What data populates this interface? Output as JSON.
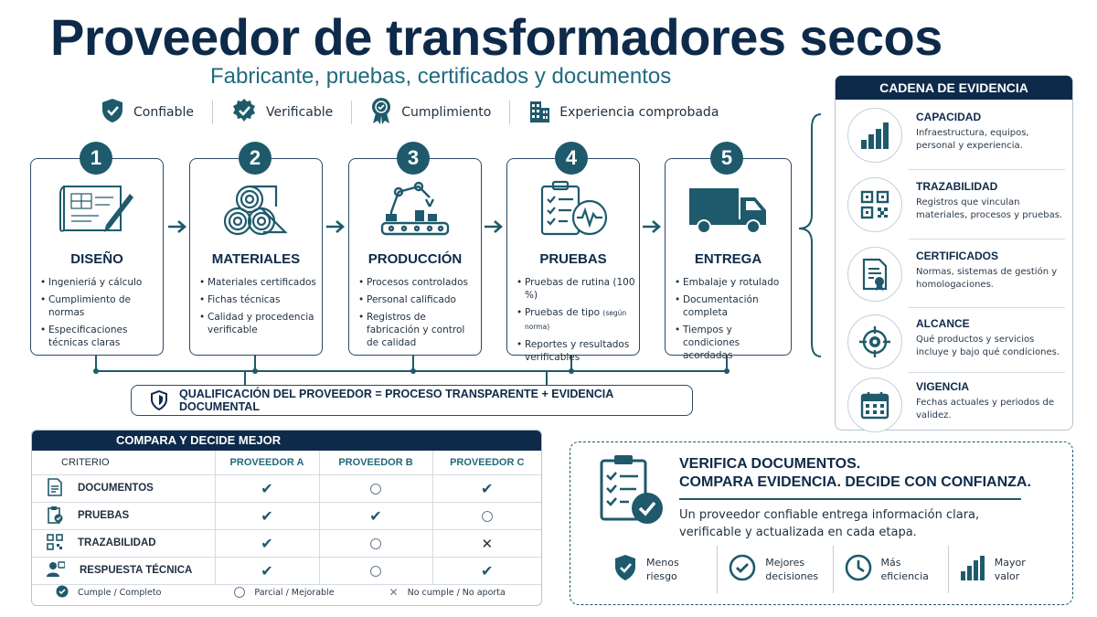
{
  "title": "Proveedor de transformadores secos",
  "subtitle": "Fabricante, pruebas, certificados y documentos",
  "badges": [
    {
      "icon": "shield-check-icon",
      "label": "Confiable"
    },
    {
      "icon": "check-seal-icon",
      "label": "Verificable"
    },
    {
      "icon": "award-ribbon-icon",
      "label": "Cumplimiento"
    },
    {
      "icon": "building-icon",
      "label": "Experiencia comprobada"
    }
  ],
  "steps": [
    {
      "number": "1",
      "title": "DISEÑO",
      "icon": "blueprint-icon",
      "items": [
        "Ingenieriá y cálculo",
        "Cumplimiento de normas",
        "Especificaciones técnicas claras"
      ]
    },
    {
      "number": "2",
      "title": "MATERIALES",
      "icon": "material-rolls-icon",
      "items": [
        "Materiales certificados",
        "Fichas técnicas",
        "Calidad y procedencia verificable"
      ]
    },
    {
      "number": "3",
      "title": "PRODUCCIÓN",
      "icon": "robot-arm-icon",
      "items": [
        "Procesos controlados",
        "Personal calificado",
        "Registros de fabricación y control de calidad"
      ]
    },
    {
      "number": "4",
      "title": "PRUEBAS",
      "icon": "checklist-gauge-icon",
      "items": [
        "Pruebas de rutina (100 %)",
        "Pruebas de tipo",
        "Reportes y resultados verificables"
      ],
      "note": "(según norma)"
    },
    {
      "number": "5",
      "title": "ENTREGA",
      "icon": "truck-icon",
      "items": [
        "Embalaje y rotulado",
        "Documentación completa",
        "Tiempos y condiciones acordadas"
      ]
    }
  ],
  "qualification": "QUALIFICACIÓN DEL PROVEEDOR = PROCESO TRANSPARENTE + EVIDENCIA DOCUMENTAL",
  "evidence": {
    "header": "CADENA DE EVIDENCIA",
    "items": [
      {
        "title": "CAPACIDAD",
        "icon": "bar-chart-icon",
        "desc": "Infraestructura, equipos, personal y experiencia."
      },
      {
        "title": "TRAZABILIDAD",
        "icon": "qr-code-icon",
        "desc": "Registros que vinculan materiales, procesos y pruebas."
      },
      {
        "title": "CERTIFICADOS",
        "icon": "certificate-icon",
        "desc": "Normas, sistemas de gestión y homologaciones."
      },
      {
        "title": "ALCANCE",
        "icon": "target-icon",
        "desc": "Qué productos y servicios incluye y bajo qué condiciones."
      },
      {
        "title": "VIGENCIA",
        "icon": "calendar-icon",
        "desc": "Fechas actuales y periodos de validez."
      }
    ]
  },
  "compare": {
    "header": "COMPARA Y DECIDE MEJOR",
    "columns": [
      "CRITERIO",
      "PROVEEDOR A",
      "PROVEEDOR B",
      "PROVEEDOR C"
    ],
    "rows": [
      {
        "label": "DOCUMENTOS",
        "icon": "document-icon",
        "values": [
          "check",
          "partial",
          "check"
        ]
      },
      {
        "label": "PRUEBAS",
        "icon": "clipboard-check-icon",
        "values": [
          "check",
          "check",
          "partial"
        ]
      },
      {
        "label": "TRAZABILIDAD",
        "icon": "qr-code-icon",
        "values": [
          "check",
          "partial",
          "x"
        ]
      },
      {
        "label": "RESPUESTA TÉCNICA",
        "icon": "support-person-icon",
        "values": [
          "check",
          "partial",
          "check"
        ]
      }
    ],
    "legend": [
      {
        "mark": "check",
        "label": "Cumple / Completo"
      },
      {
        "mark": "partial",
        "label": "Parcial / Mejorable"
      },
      {
        "mark": "x",
        "label": "No cumple / No aporta"
      }
    ]
  },
  "verify": {
    "line1": "VERIFICA DOCUMENTOS.",
    "line2": "COMPARA EVIDENCIA. DECIDE CON CONFIANZA.",
    "text": "Un proveedor confiable entrega información clara, verificable y actualizada en cada etapa.",
    "benefits": [
      {
        "icon": "shield-check-icon",
        "label": "Menos riesgo"
      },
      {
        "icon": "check-circle-icon",
        "label": "Mejores decisiones"
      },
      {
        "icon": "clock-icon",
        "label": "Más eficiencia"
      },
      {
        "icon": "bar-chart-icon",
        "label": "Mayor valor"
      }
    ]
  },
  "colors": {
    "navy": "#0e2a4a",
    "teal": "#1e5a6b",
    "accent": "#1f6a7e"
  }
}
